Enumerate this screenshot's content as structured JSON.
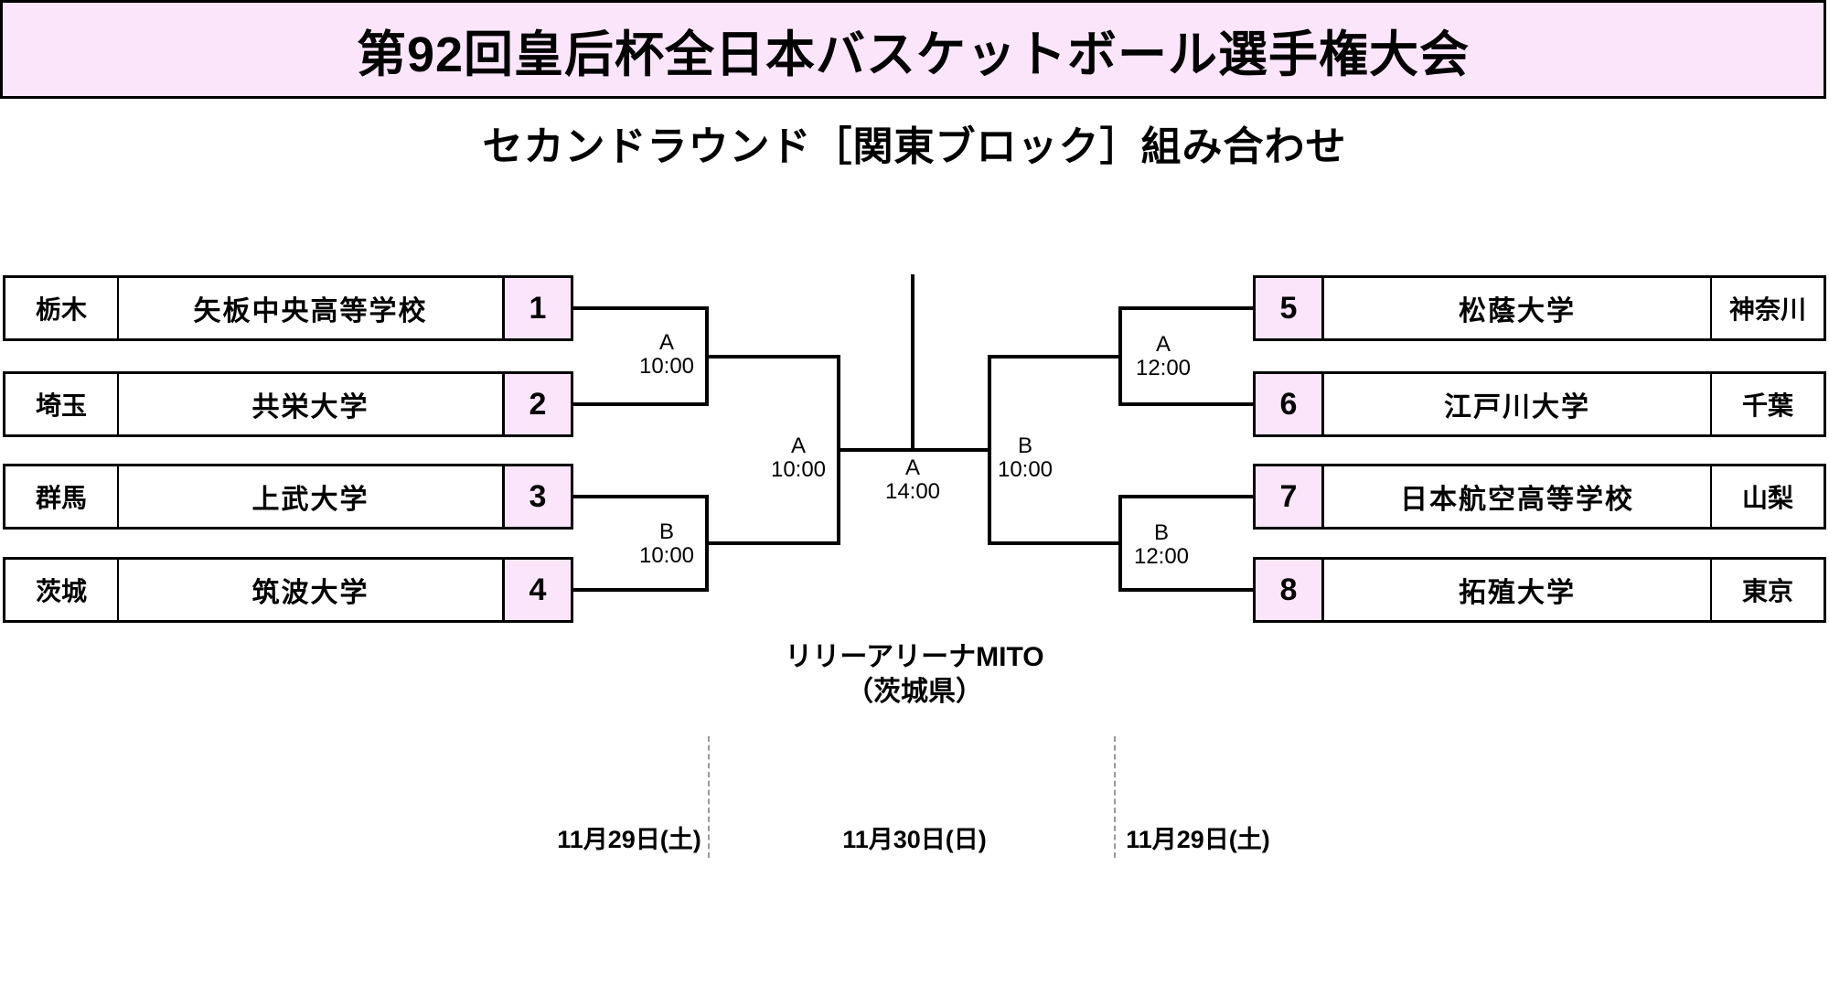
{
  "page": {
    "title": "第92回皇后杯全日本バスケットボール選手権大会",
    "subtitle": "セカンドラウンド［関東ブロック］組み合わせ"
  },
  "bracket": {
    "left_teams": [
      {
        "prefecture": "栃木",
        "name": "矢板中央高等学校",
        "seed": "1"
      },
      {
        "prefecture": "埼玉",
        "name": "共栄大学",
        "seed": "2"
      },
      {
        "prefecture": "群馬",
        "name": "上武大学",
        "seed": "3"
      },
      {
        "prefecture": "茨城",
        "name": "筑波大学",
        "seed": "4"
      }
    ],
    "right_teams": [
      {
        "seed": "5",
        "name": "松蔭大学",
        "prefecture": "神奈川"
      },
      {
        "seed": "6",
        "name": "江戸川大学",
        "prefecture": "千葉"
      },
      {
        "seed": "7",
        "name": "日本航空高等学校",
        "prefecture": "山梨"
      },
      {
        "seed": "8",
        "name": "拓殖大学",
        "prefecture": "東京"
      }
    ],
    "matches": {
      "left_r1_a": {
        "court": "A",
        "time": "10:00"
      },
      "left_r1_b": {
        "court": "B",
        "time": "10:00"
      },
      "left_semi": {
        "court": "A",
        "time": "10:00"
      },
      "final": {
        "court": "A",
        "time": "14:00"
      },
      "right_semi": {
        "court": "B",
        "time": "10:00"
      },
      "right_r1_a": {
        "court": "A",
        "time": "12:00"
      },
      "right_r1_b": {
        "court": "B",
        "time": "12:00"
      }
    }
  },
  "venue": {
    "name": "リリーアリーナMITO",
    "region": "（茨城県）"
  },
  "dates": {
    "left": "11月29日(土)",
    "middle": "11月30日(日)",
    "right": "11月29日(土)"
  },
  "colors": {
    "accent_pink": "#FAE5FA",
    "line_black": "#000000",
    "divider_gray": "#999999"
  }
}
